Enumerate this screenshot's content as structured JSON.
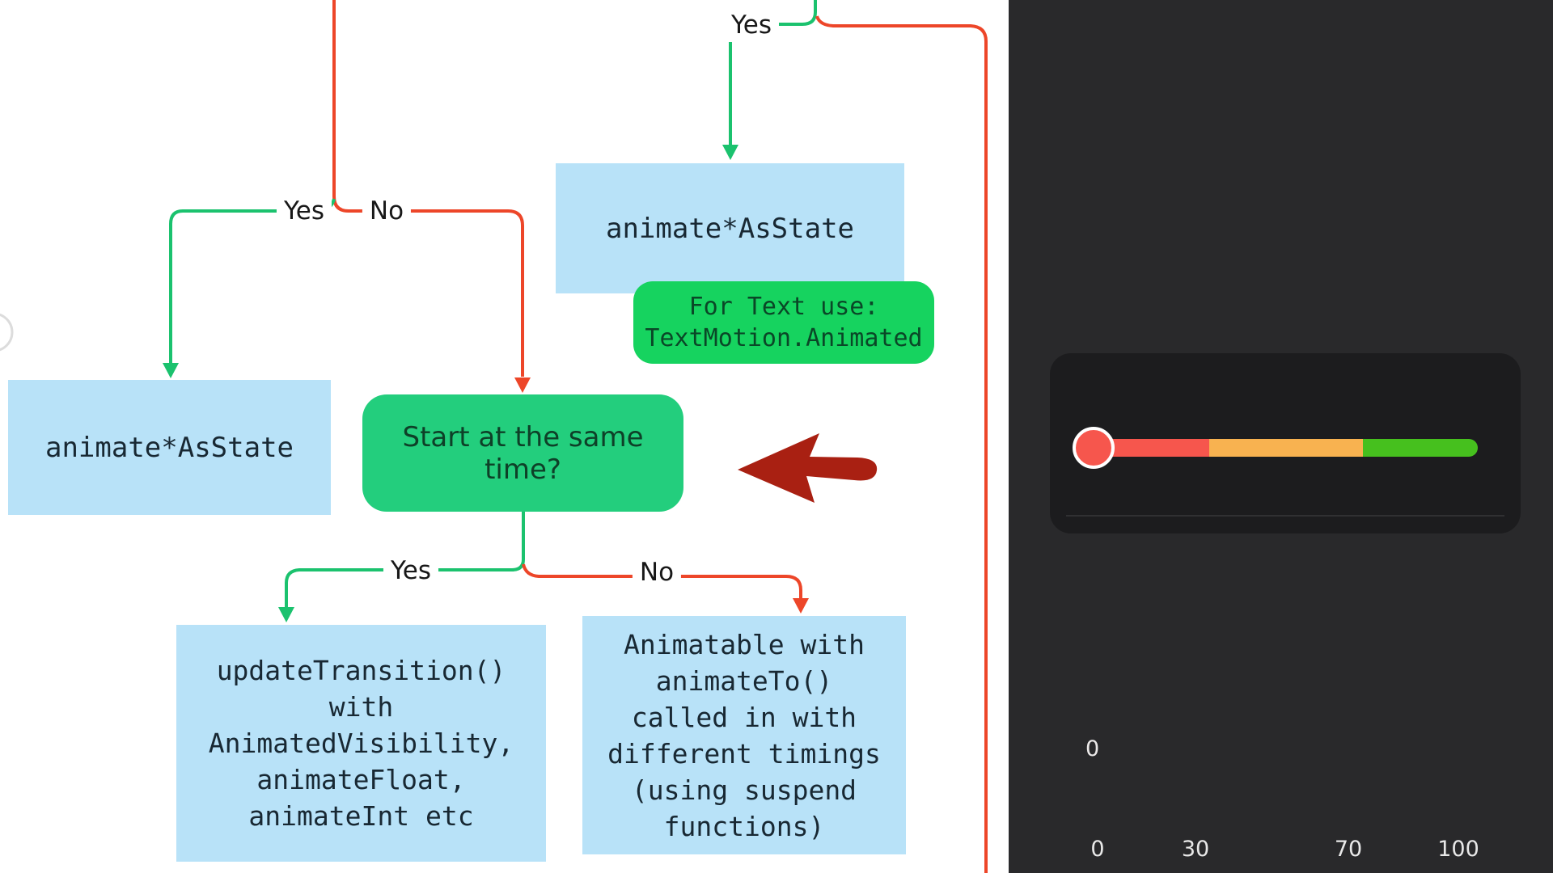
{
  "flowchart": {
    "edge_labels": {
      "top_yes": "Yes",
      "mid_yes": "Yes",
      "mid_no": "No",
      "bottom_yes": "Yes",
      "bottom_no": "No"
    },
    "nodes": {
      "top_animate": "animate*AsState",
      "left_animate": "animate*AsState",
      "text_note": "For Text use:\nTextMotion.Animated",
      "question": "Start at the same time?",
      "yes_branch": "updateTransition()\nwith\nAnimatedVisibility,\nanimateFloat,\nanimateInt etc",
      "no_branch": "Animatable with\nanimateTo()\ncalled in with\ndifferent timings\n(using suspend\nfunctions)"
    },
    "colors": {
      "yes_edge": "#1bc26e",
      "no_edge": "#ed4629",
      "node_blue": "#b8e2f8",
      "node_green": "#23ce7d",
      "note_green": "#16d35f",
      "annotation_arrow": "#a92012"
    }
  },
  "slider": {
    "value_label": "0",
    "value": 0,
    "ticks": [
      "0",
      "30",
      "70",
      "100"
    ],
    "segments": [
      {
        "from": 0,
        "to": 30,
        "color": "#f6564d"
      },
      {
        "from": 30,
        "to": 70,
        "color": "#f8b250"
      },
      {
        "from": 70,
        "to": 100,
        "color": "#46c01e"
      }
    ],
    "thumb_color": "#f6564d"
  }
}
